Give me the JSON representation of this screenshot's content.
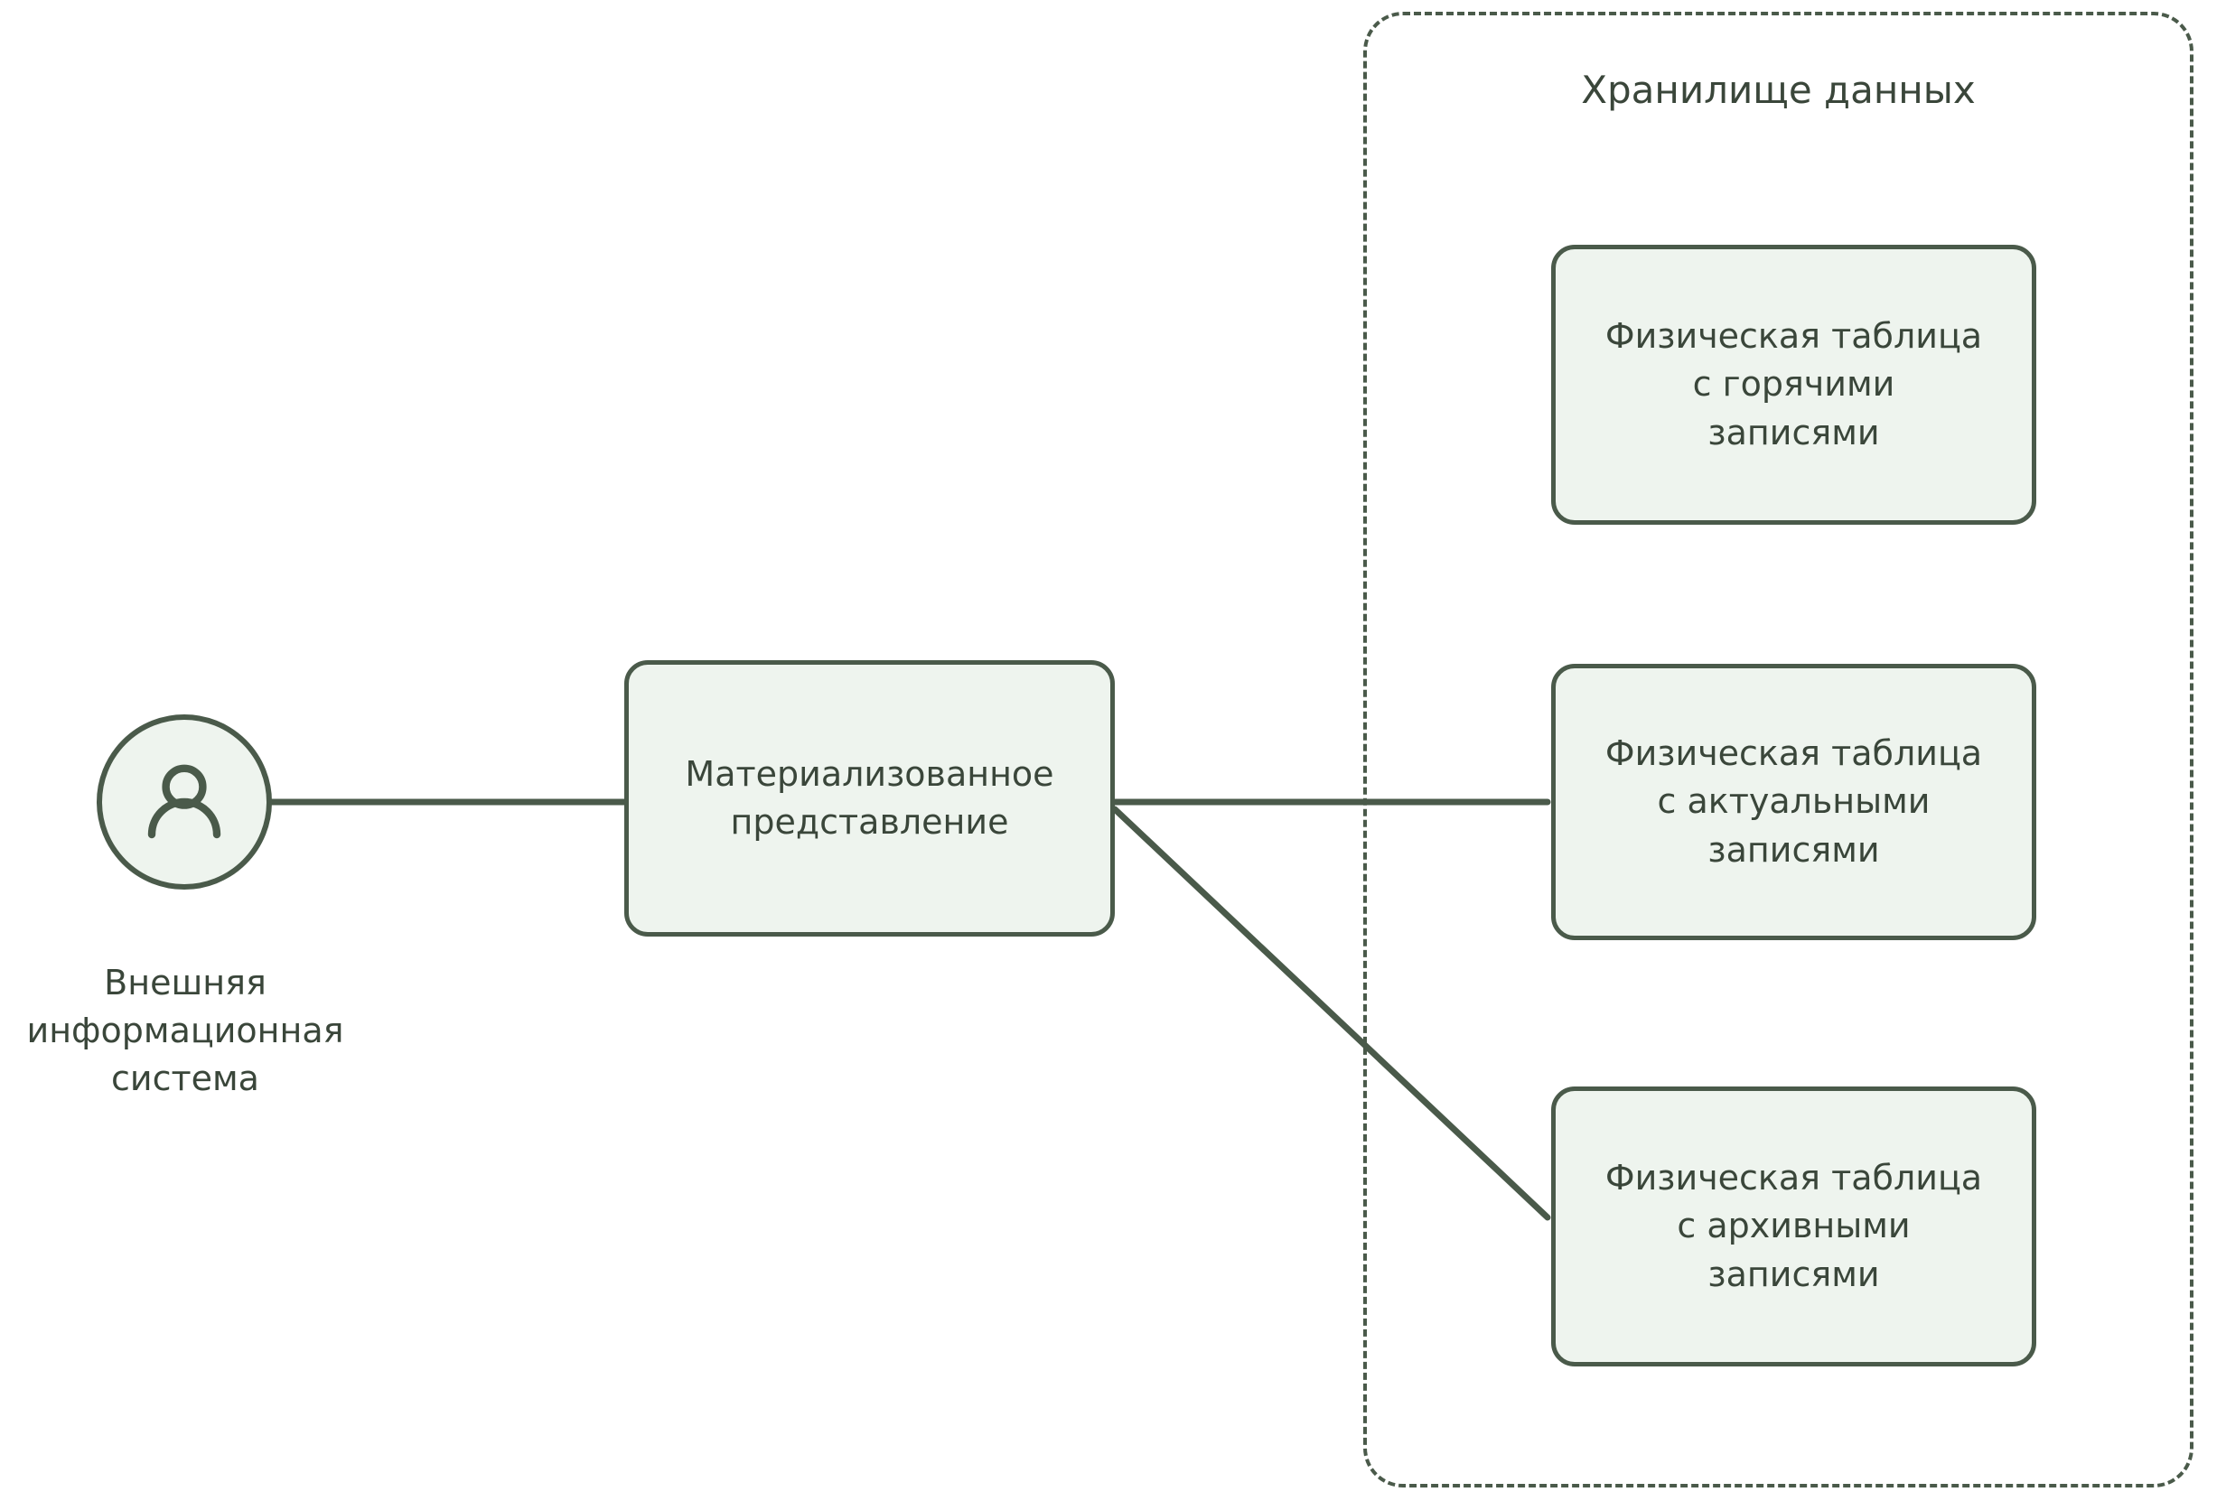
{
  "colors": {
    "stroke": "#4a5a4a",
    "fill": "#eef4ee",
    "text": "#3a463a",
    "bg": "#ffffff"
  },
  "icons": {
    "user": "user-icon"
  },
  "diagram": {
    "external_system": {
      "label": "Внешняя\nинформационная\nсистема"
    },
    "materialized_view": {
      "label": "Материализованное\nпредставление"
    },
    "warehouse": {
      "title": "Хранилище данных",
      "tables": {
        "hot": {
          "label": "Физическая таблица\nс горячими\nзаписями"
        },
        "actual": {
          "label": "Физическая таблица\nс актуальными\nзаписями"
        },
        "archive": {
          "label": "Физическая таблица\nс архивными\nзаписями"
        }
      }
    }
  }
}
